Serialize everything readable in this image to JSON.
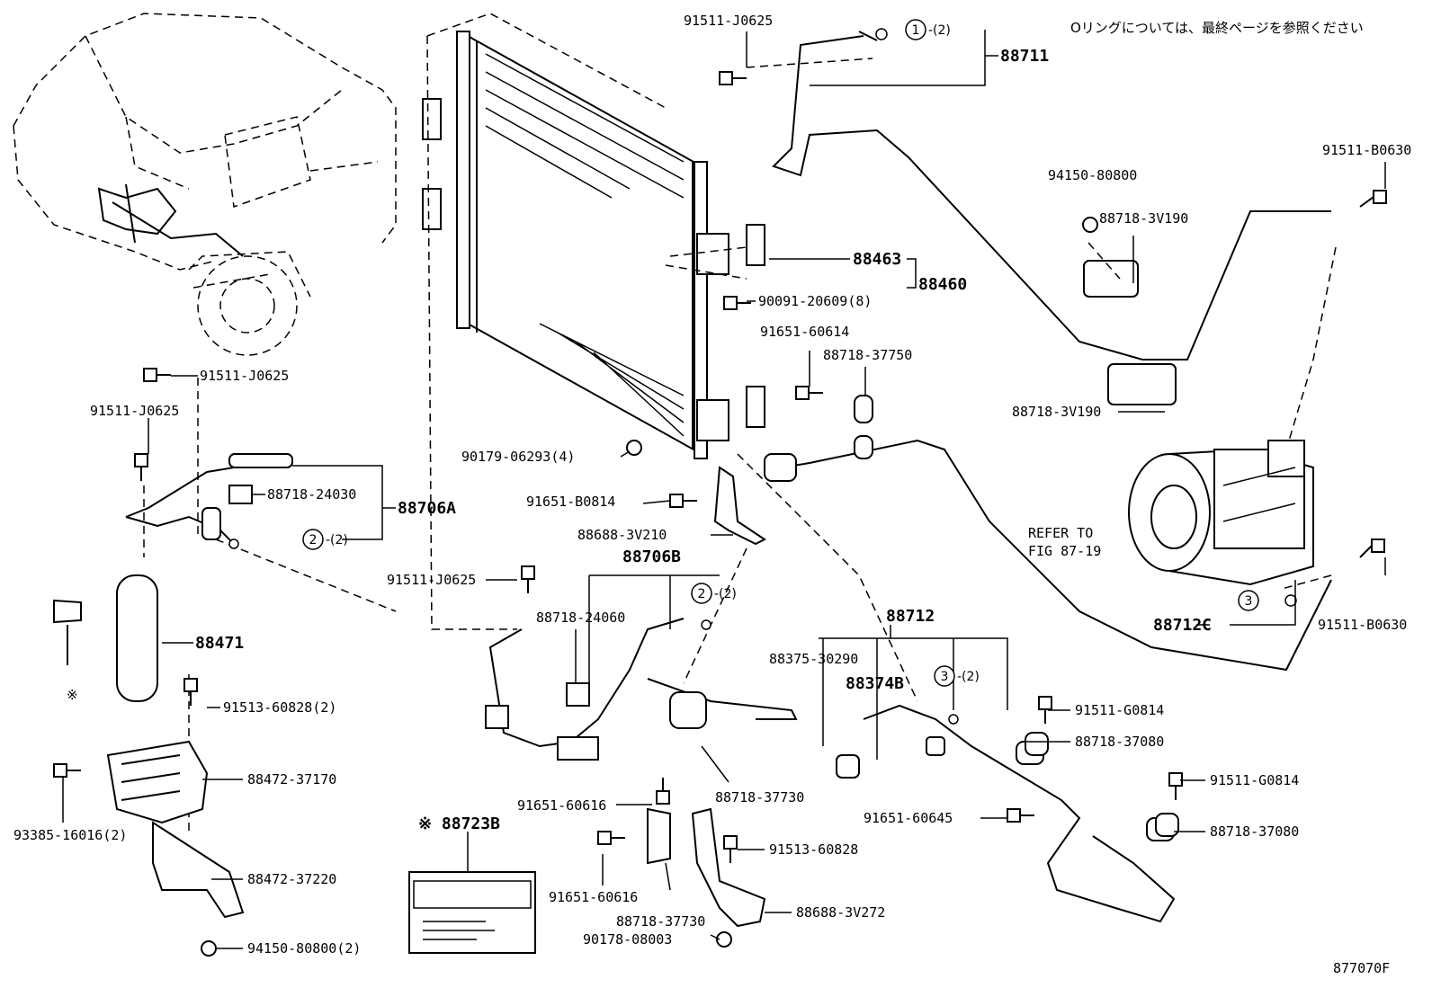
{
  "header": {
    "note": "Oリングについては、最終ページを参照ください"
  },
  "figure_id": "877070F",
  "refer": [
    "REFER TO",
    "FIG 87-19"
  ],
  "symbol_note": "※",
  "callout_numbers": [
    "1",
    "2",
    "2",
    "3",
    "3"
  ],
  "qty_2": "-(2)",
  "labels": {
    "88711": "88711",
    "91511_J0625_top": "91511-J0625",
    "88463": "88463",
    "88460": "88460",
    "90091_20609": "90091-20609(8)",
    "94150_80800_top": "94150-80800",
    "88718_3V190_top": "88718-3V190",
    "91511_B0630_top": "91511-B0630",
    "91651_60614": "91651-60614",
    "88718_37750": "88718-37750",
    "88718_3V190_bot": "88718-3V190",
    "90179_06293": "90179-06293(4)",
    "91511_J0625_left1": "91511-J0625",
    "91511_J0625_left2": "91511-J0625",
    "88718_24030": "88718-24030",
    "88706A": "88706A",
    "91651_B0814": "91651-B0814",
    "88688_3V210": "88688-3V210",
    "88706B": "88706B",
    "91511_J0625_mid": "91511-J0625",
    "88718_24060": "88718-24060",
    "88712": "88712",
    "88712C": "88712C",
    "91511_B0630_bot": "91511-B0630",
    "88375_30290": "88375-30290",
    "88374B": "88374B",
    "88471": "88471",
    "91513_60828_2": "91513-60828(2)",
    "88472_37170": "88472-37170",
    "93385_16016": "93385-16016(2)",
    "88472_37220": "88472-37220",
    "94150_80800_2": "94150-80800(2)",
    "88723B": "※ 88723B",
    "91651_60616_a": "91651-60616",
    "88718_37730_a": "88718-37730",
    "91651_60616_b": "91651-60616",
    "88718_37730_b": "88718-37730",
    "91513_60828": "91513-60828",
    "88688_3V272": "88688-3V272",
    "90178_08003": "90178-08003",
    "91511_G0814_a": "91511-G0814",
    "88718_37080_a": "88718-37080",
    "91651_60645": "91651-60645",
    "91511_G0814_b": "91511-G0814",
    "88718_37080_b": "88718-37080"
  }
}
